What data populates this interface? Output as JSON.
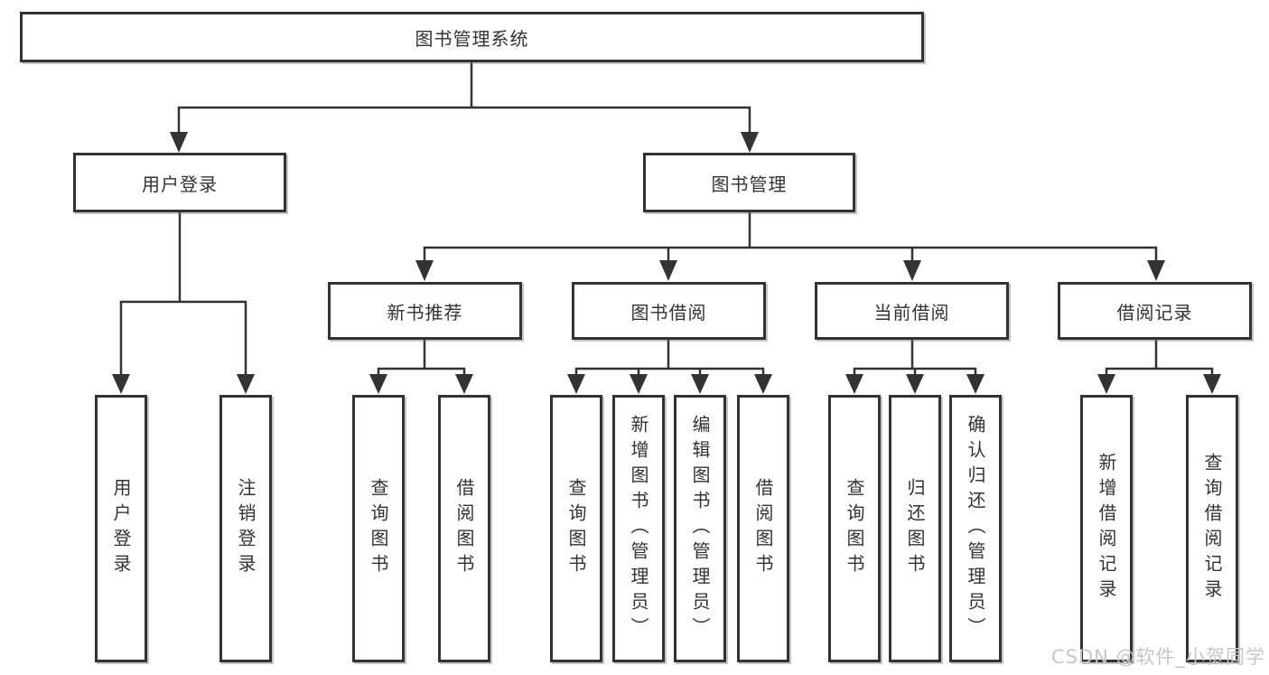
{
  "diagram": {
    "root": {
      "label": "图书管理系统"
    },
    "level2": [
      {
        "label": "用户登录"
      },
      {
        "label": "图书管理"
      }
    ],
    "level3": [
      {
        "label": "新书推荐"
      },
      {
        "label": "图书借阅"
      },
      {
        "label": "当前借阅"
      },
      {
        "label": "借阅记录"
      }
    ],
    "leaves": {
      "user_login": [
        {
          "label": "用户登录"
        },
        {
          "label": "注销登录"
        }
      ],
      "new_book": [
        {
          "label": "查询图书"
        },
        {
          "label": "借阅图书"
        }
      ],
      "book_borrow": [
        {
          "label": "查询图书"
        },
        {
          "label": "新增图书（管理员）"
        },
        {
          "label": "编辑图书（管理员）"
        },
        {
          "label": "借阅图书"
        }
      ],
      "current_borrow": [
        {
          "label": "查询图书"
        },
        {
          "label": "归还图书"
        },
        {
          "label": "确认归还（管理员）"
        }
      ],
      "borrow_record": [
        {
          "label": "新增借阅记录"
        },
        {
          "label": "查询借阅记录"
        }
      ]
    }
  },
  "watermark": {
    "text": "CSDN @软件_小贺同学"
  },
  "colors": {
    "line": "#333333",
    "box_border": "#333333",
    "box_fill": "#ffffff",
    "text": "#333333",
    "watermark": "#c7c7c7",
    "background": "#ffffff"
  }
}
